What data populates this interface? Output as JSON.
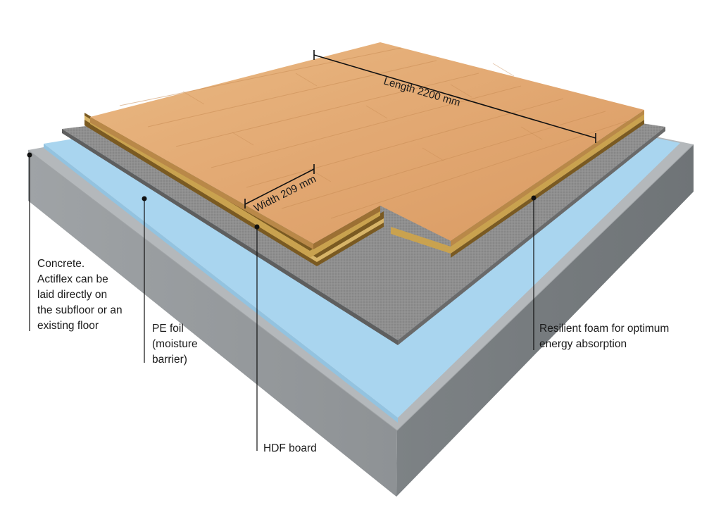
{
  "dimensions": {
    "length": "Length 2200 mm",
    "width": "Width 209 mm"
  },
  "callouts": {
    "concrete": [
      "Concrete.",
      "Actiflex can be",
      "laid directly on",
      "the subfloor or an",
      "existing floor"
    ],
    "pe_foil": [
      "PE foil",
      "(moisture",
      "barrier)"
    ],
    "hdf_board": [
      "HDF board"
    ],
    "foam": [
      "Resilient foam for optimum",
      "energy absorption"
    ]
  },
  "colors": {
    "concrete": "#9a9ea1",
    "pe_foil": "#a9d5ef",
    "foam": "#8c8c8c",
    "hdf": "#c9a24f",
    "wood": "#e0a772"
  }
}
